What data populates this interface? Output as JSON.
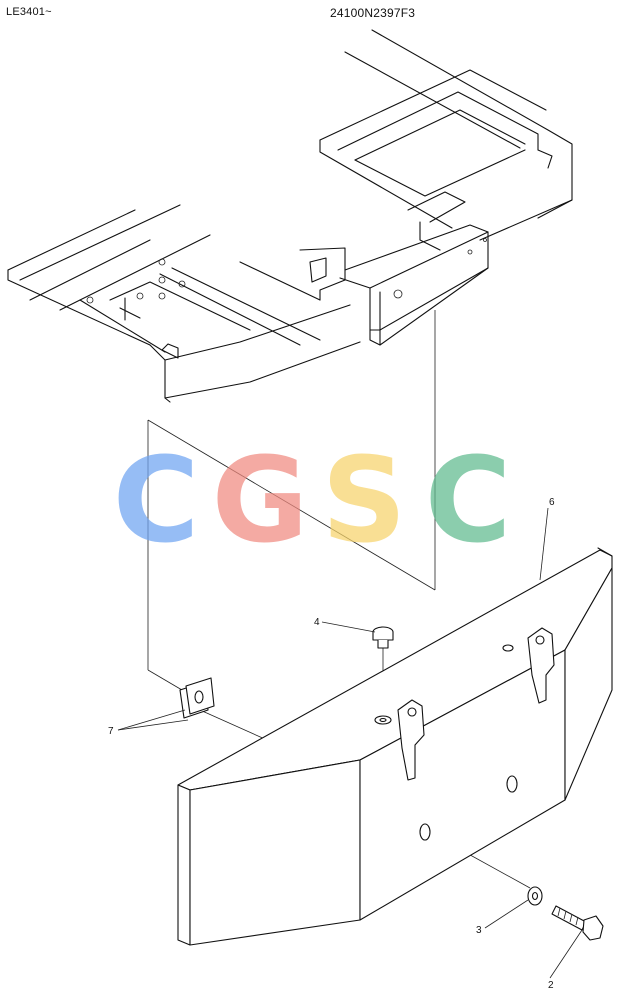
{
  "header": {
    "serial_range": "LE3401~",
    "drawing_number": "24100N2397F3"
  },
  "watermark": {
    "letters": [
      "C",
      "G",
      "S",
      "C"
    ],
    "colors": [
      "#6fa4f2",
      "#f08a80",
      "#f7d46b",
      "#5fba8e"
    ]
  },
  "callouts": {
    "c2": "2",
    "c3": "3",
    "c4": "4",
    "c6": "6",
    "c7": "7"
  }
}
